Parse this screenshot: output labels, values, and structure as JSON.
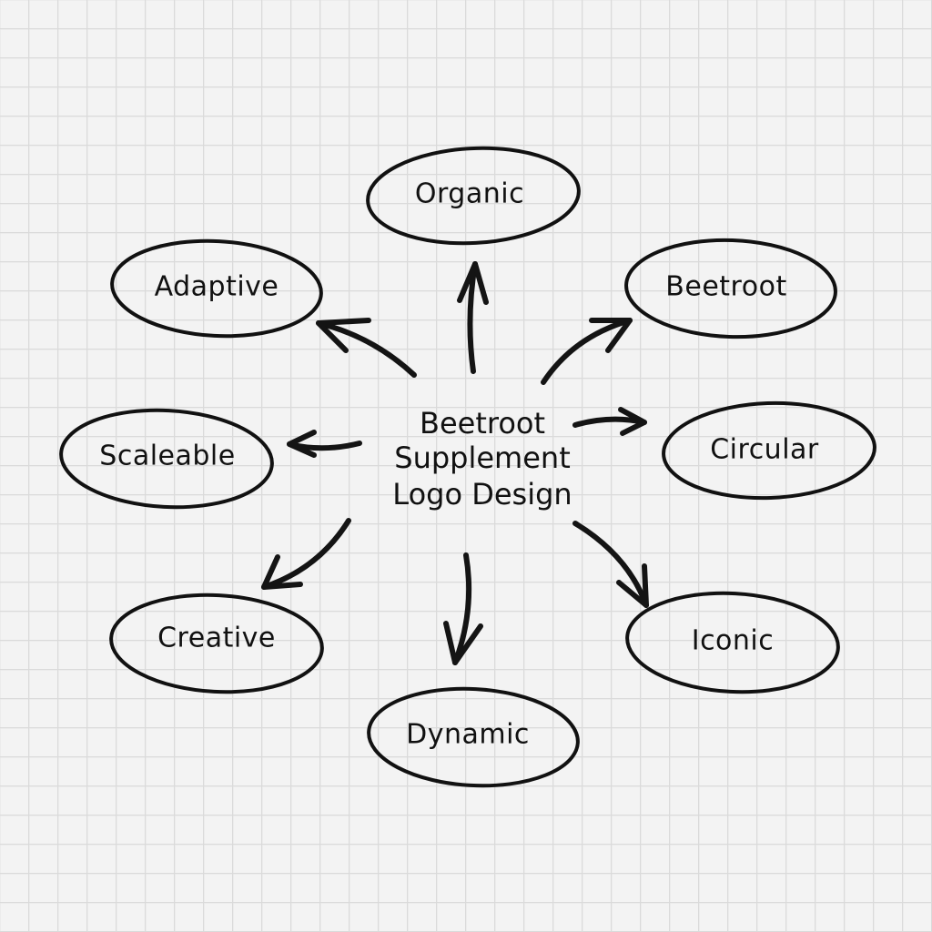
{
  "center": {
    "lines": [
      "Beetroot",
      "Supplement",
      "Logo Design"
    ]
  },
  "nodes": [
    {
      "label": "Organic"
    },
    {
      "label": "Adaptive"
    },
    {
      "label": "Beetroot"
    },
    {
      "label": "Scaleable"
    },
    {
      "label": "Circular"
    },
    {
      "label": "Creative"
    },
    {
      "label": "Iconic"
    },
    {
      "label": "Dynamic"
    }
  ],
  "colors": {
    "ink": "#111111",
    "paper": "#f3f3f3",
    "grid": "#dadada"
  }
}
